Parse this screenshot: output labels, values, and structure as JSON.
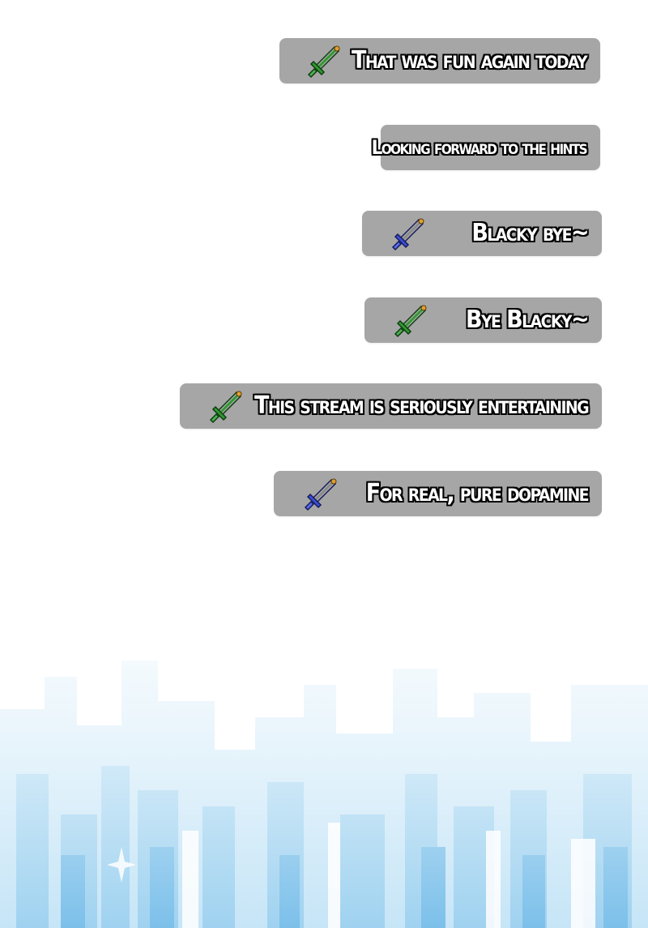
{
  "messages": [
    {
      "text": "That was fun again today",
      "icon": "green-sword-icon"
    },
    {
      "text": "Looking forward to the hints",
      "icon": "none"
    },
    {
      "text": "Blacky bye~",
      "icon": "blue-sword-icon"
    },
    {
      "text": "Bye Blacky~",
      "icon": "green-sword-icon"
    },
    {
      "text": "This stream is seriously entertaining",
      "icon": "green-sword-icon"
    },
    {
      "text": "For real, pure dopamine",
      "icon": "blue-sword-icon"
    }
  ],
  "colors": {
    "bubble": "#a6a6a6",
    "text": "#ffffff",
    "outline": "#000000",
    "green_sword": "#2f9a2f",
    "blue_sword": "#3b4fd8",
    "skyline": "#9fd2f0"
  }
}
